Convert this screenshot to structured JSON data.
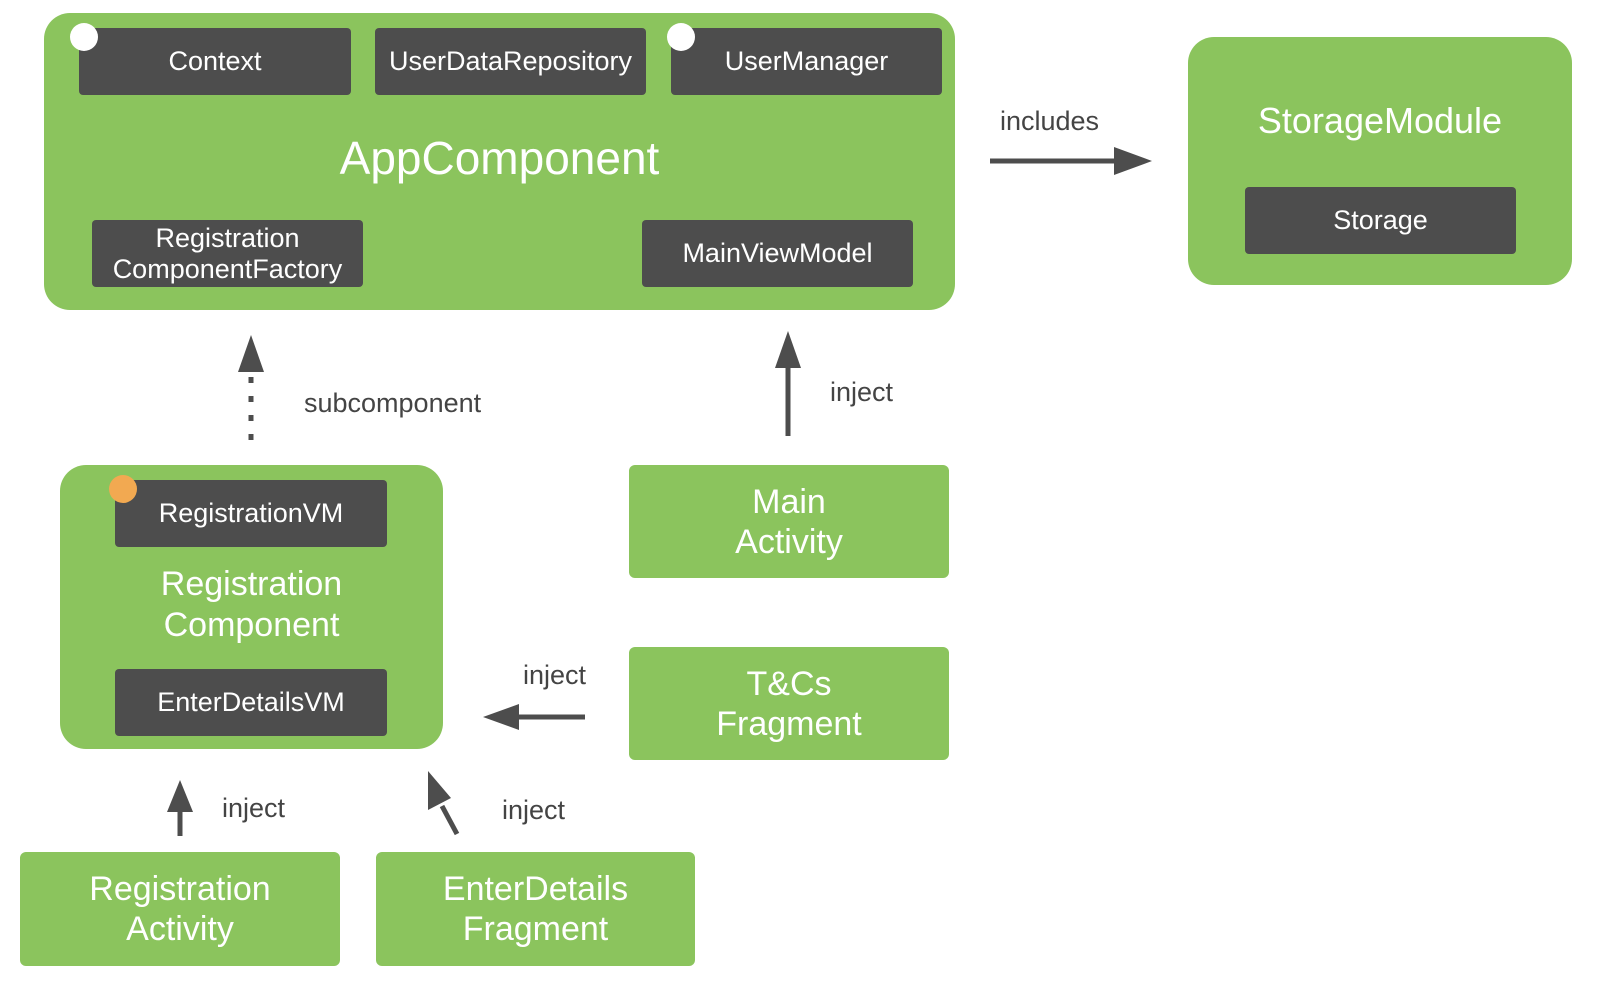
{
  "app_component": {
    "title": "AppComponent",
    "items": {
      "context": "Context",
      "user_data_repository": "UserDataRepository",
      "user_manager": "UserManager",
      "registration_component_factory": "Registration\nComponentFactory",
      "main_view_model": "MainViewModel"
    }
  },
  "storage_module": {
    "title": "StorageModule",
    "items": {
      "storage": "Storage"
    }
  },
  "registration_component": {
    "title": "Registration\nComponent",
    "items": {
      "registration_vm": "RegistrationVM",
      "enter_details_vm": "EnterDetailsVM"
    }
  },
  "boxes": {
    "main_activity": "Main\nActivity",
    "tcs_fragment": "T&Cs\nFragment",
    "registration_activity": "Registration\nActivity",
    "enter_details_fragment": "EnterDetails\nFragment"
  },
  "edge_labels": {
    "includes": "includes",
    "subcomponent": "subcomponent",
    "inject_main": "inject",
    "inject_tcs": "inject",
    "inject_registration": "inject",
    "inject_enter_details": "inject"
  },
  "colors": {
    "component_green": "#8bc45d",
    "item_dark": "#4d4d4d",
    "scope_white_dot": "#ffffff",
    "scope_orange_dot": "#f2a951",
    "arrow": "#4d4d4d"
  }
}
